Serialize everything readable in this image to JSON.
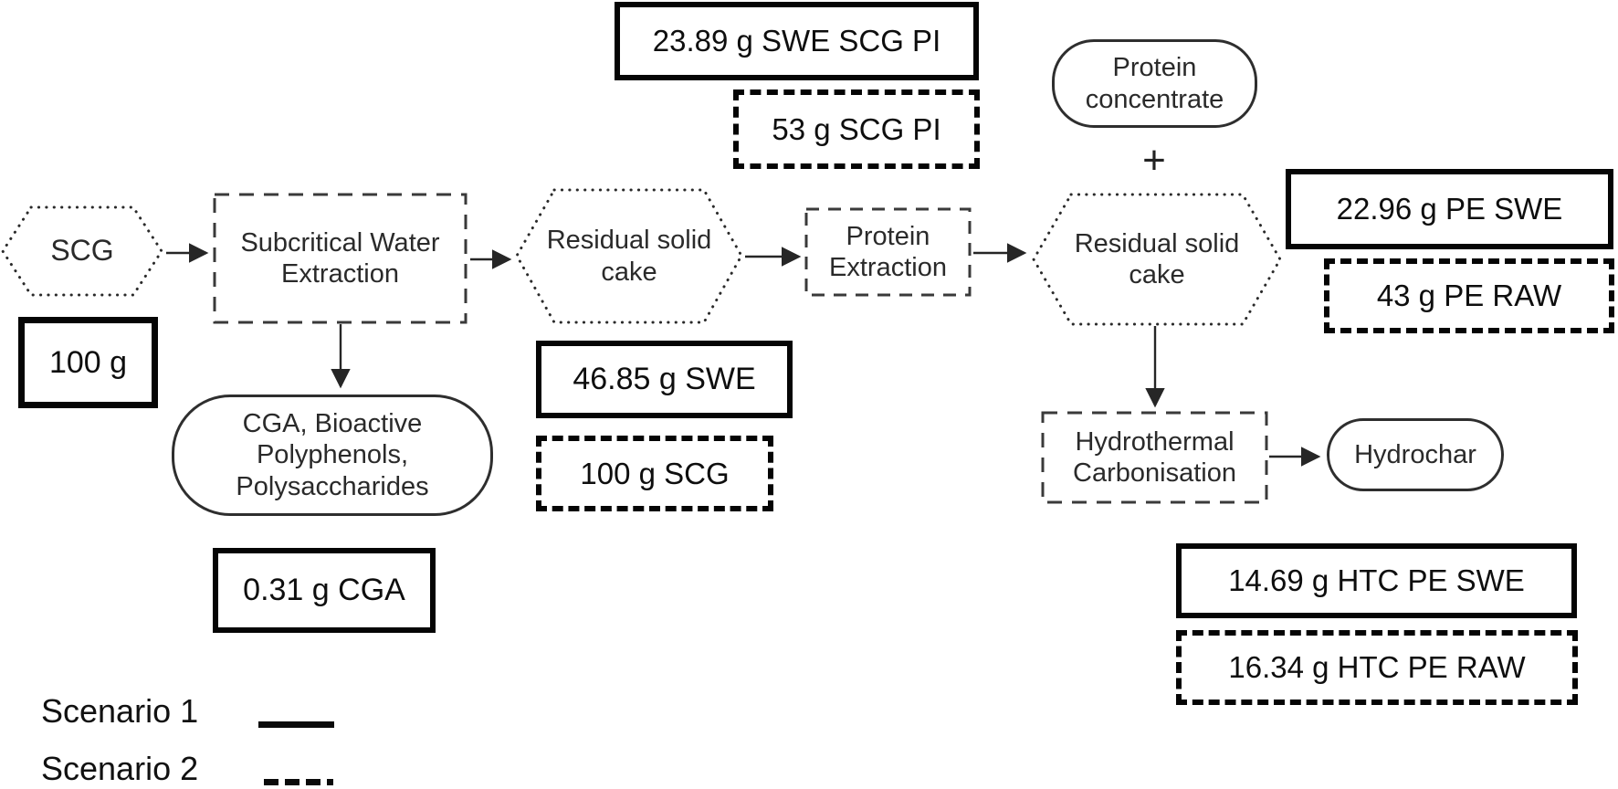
{
  "diagram": {
    "nodes": {
      "scg": "SCG",
      "subcritical_water_extraction": "Subcritical Water Extraction",
      "residual_solid_cake_1": "Residual solid cake",
      "protein_extraction": "Protein Extraction",
      "residual_solid_cake_2": "Residual solid cake",
      "cga_bioactives": "CGA, Bioactive Polyphenols, Polysaccharides",
      "protein_concentrate": "Protein concentrate",
      "plus_sign": "+",
      "hydrothermal_carbonisation": "Hydrothermal Carbonisation",
      "hydrochar": "Hydrochar"
    },
    "values": {
      "input_mass": "100 g",
      "swe_scg_pi": "23.89 g SWE SCG PI",
      "scg_pi": "53 g SCG PI",
      "swe": "46.85 g SWE",
      "scg": "100 g SCG",
      "cga": "0.31 g CGA",
      "pe_swe": "22.96 g PE SWE",
      "pe_raw": "43 g PE RAW",
      "htc_pe_swe": "14.69 g HTC PE SWE",
      "htc_pe_raw": "16.34 g HTC PE RAW"
    },
    "legend": {
      "scenario1": "Scenario 1",
      "scenario2": "Scenario 2"
    },
    "colors": {
      "ink": "#111111",
      "shape_stroke": "#2e2e2e",
      "background": "#ffffff"
    }
  }
}
